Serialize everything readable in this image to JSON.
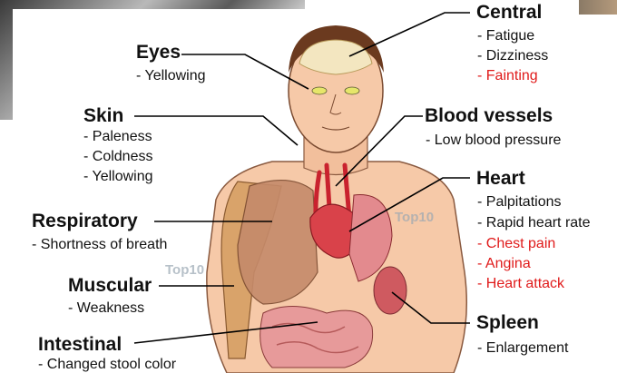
{
  "labels": {
    "central": {
      "heading": "Central",
      "items": [
        "- Fatigue",
        "- Dizziness",
        "- Fainting"
      ],
      "red_items": [
        2
      ]
    },
    "eyes": {
      "heading": "Eyes",
      "items": [
        "- Yellowing"
      ],
      "red_items": []
    },
    "skin": {
      "heading": "Skin",
      "items": [
        "- Paleness",
        "- Coldness",
        "- Yellowing"
      ],
      "red_items": []
    },
    "blood_vessels": {
      "heading": "Blood vessels",
      "items": [
        "- Low blood pressure"
      ],
      "red_items": []
    },
    "heart": {
      "heading": "Heart",
      "items": [
        "- Palpitations",
        "- Rapid heart rate",
        "- Chest pain",
        "- Angina",
        "- Heart attack"
      ],
      "red_items": [
        2,
        3,
        4
      ]
    },
    "respiratory": {
      "heading": "Respiratory",
      "items": [
        "- Shortness of breath"
      ],
      "red_items": []
    },
    "muscular": {
      "heading": "Muscular",
      "items": [
        "- Weakness"
      ],
      "red_items": []
    },
    "spleen": {
      "heading": "Spleen",
      "items": [
        "- Enlargement"
      ],
      "red_items": []
    },
    "intestinal": {
      "heading": "Intestinal",
      "items": [
        "- Changed stool color"
      ],
      "red_items": []
    }
  },
  "watermarks": [
    "Top10",
    "Top10"
  ],
  "colors": {
    "symptom_red": "#e01b1b",
    "text": "#111111",
    "skin": "#f6c9a8",
    "organ_red": "#d9424a"
  }
}
